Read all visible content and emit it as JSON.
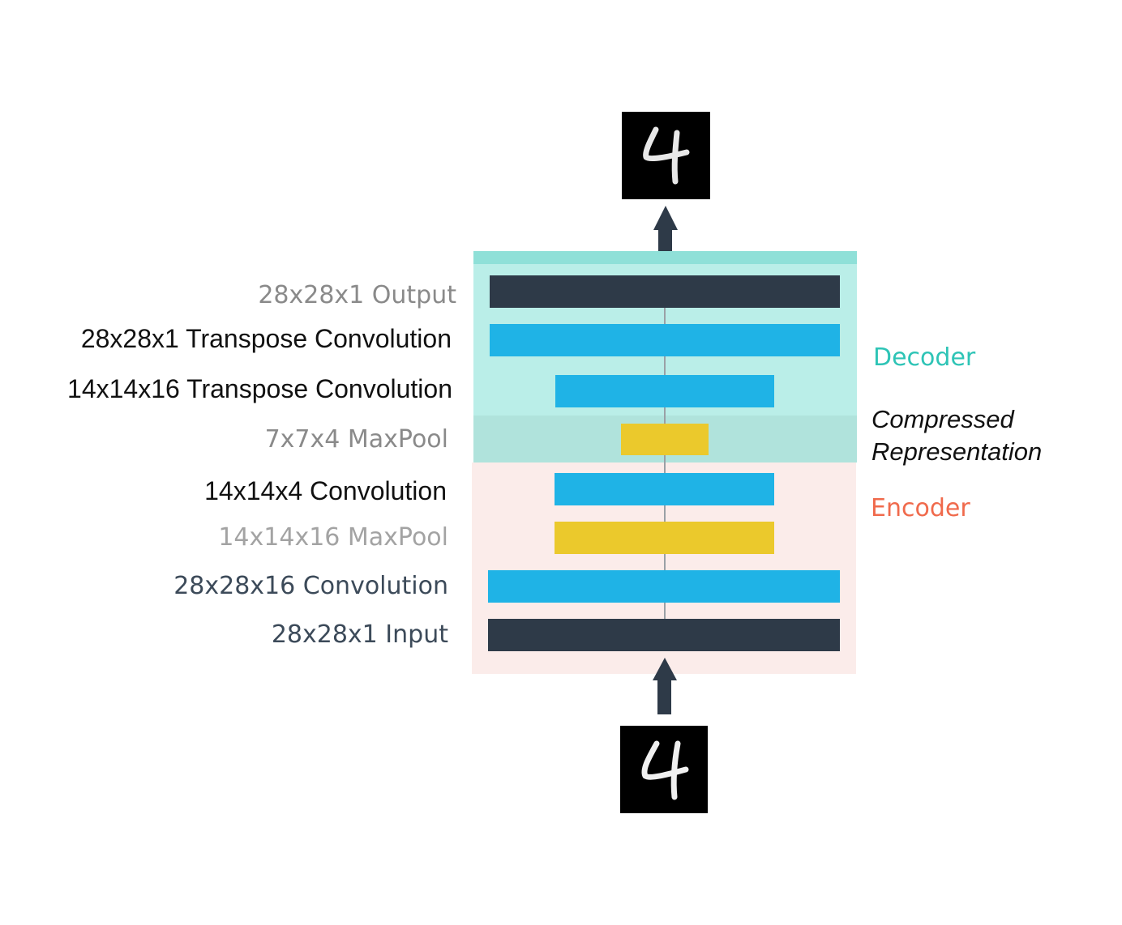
{
  "layers": [
    {
      "label": "28x28x1 Output",
      "kind": "output"
    },
    {
      "label": "28x28x1 Transpose Convolution",
      "kind": "transpose-conv"
    },
    {
      "label": "14x14x16 Transpose Convolution",
      "kind": "transpose-conv"
    },
    {
      "label": "7x7x4 MaxPool",
      "kind": "maxpool"
    },
    {
      "label": "14x14x4 Convolution",
      "kind": "conv"
    },
    {
      "label": "14x14x16 MaxPool",
      "kind": "maxpool"
    },
    {
      "label": "28x28x16 Convolution",
      "kind": "conv"
    },
    {
      "label": "28x28x1 Input",
      "kind": "input"
    }
  ],
  "regions": {
    "decoder": "Decoder",
    "compressed_line1": "Compressed",
    "compressed_line2": "Representation",
    "encoder": "Encoder"
  },
  "images": {
    "input_digit": "4",
    "output_digit": "4"
  },
  "colors": {
    "decoder": "#2ec4b6",
    "encoder": "#f06a4c",
    "dark_layer": "#2e3a48",
    "conv_layer": "#1fb3e6",
    "pool_layer": "#ebc92c"
  }
}
